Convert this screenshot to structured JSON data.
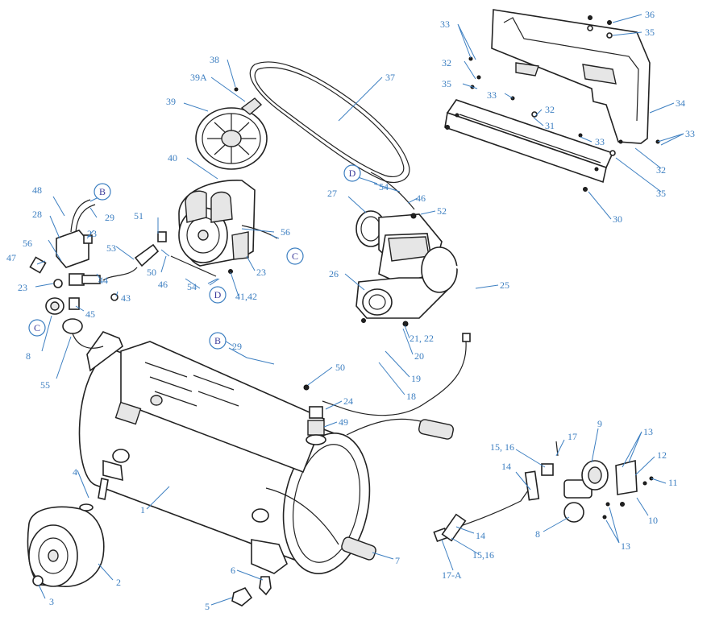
{
  "diagram": {
    "callouts": [
      {
        "id": "c1",
        "text": "1"
      },
      {
        "id": "c2",
        "text": "2"
      },
      {
        "id": "c3",
        "text": "3"
      },
      {
        "id": "c4",
        "text": "4"
      },
      {
        "id": "c5",
        "text": "5"
      },
      {
        "id": "c6",
        "text": "6"
      },
      {
        "id": "c7",
        "text": "7"
      },
      {
        "id": "c8a",
        "text": "8"
      },
      {
        "id": "c8b",
        "text": "8"
      },
      {
        "id": "c9",
        "text": "9"
      },
      {
        "id": "c10",
        "text": "10"
      },
      {
        "id": "c11",
        "text": "11"
      },
      {
        "id": "c12",
        "text": "12"
      },
      {
        "id": "c13a",
        "text": "13"
      },
      {
        "id": "c13b",
        "text": "13"
      },
      {
        "id": "c14a",
        "text": "14"
      },
      {
        "id": "c14b",
        "text": "14"
      },
      {
        "id": "c1516a",
        "text": "15, 16"
      },
      {
        "id": "c1516b",
        "text": "15,16"
      },
      {
        "id": "c17",
        "text": "17"
      },
      {
        "id": "c17a",
        "text": "17-A"
      },
      {
        "id": "c18",
        "text": "18"
      },
      {
        "id": "c19",
        "text": "19"
      },
      {
        "id": "c20",
        "text": "20"
      },
      {
        "id": "c2122",
        "text": "21, 22"
      },
      {
        "id": "c23a",
        "text": "23"
      },
      {
        "id": "c23b",
        "text": "23"
      },
      {
        "id": "c23c",
        "text": "23"
      },
      {
        "id": "c24",
        "text": "24"
      },
      {
        "id": "c25",
        "text": "25"
      },
      {
        "id": "c26",
        "text": "26"
      },
      {
        "id": "c27",
        "text": "27"
      },
      {
        "id": "c28",
        "text": "28"
      },
      {
        "id": "c29a",
        "text": "29"
      },
      {
        "id": "c29b",
        "text": "29"
      },
      {
        "id": "c30",
        "text": "30"
      },
      {
        "id": "c31",
        "text": "31"
      },
      {
        "id": "c32a",
        "text": "32"
      },
      {
        "id": "c32b",
        "text": "32"
      },
      {
        "id": "c32c",
        "text": "32"
      },
      {
        "id": "c33a",
        "text": "33"
      },
      {
        "id": "c33b",
        "text": "33"
      },
      {
        "id": "c33c",
        "text": "33"
      },
      {
        "id": "c33d",
        "text": "33"
      },
      {
        "id": "c34",
        "text": "34"
      },
      {
        "id": "c35a",
        "text": "35"
      },
      {
        "id": "c35b",
        "text": "35"
      },
      {
        "id": "c35c",
        "text": "35"
      },
      {
        "id": "c36",
        "text": "36"
      },
      {
        "id": "c37",
        "text": "37"
      },
      {
        "id": "c38",
        "text": "38"
      },
      {
        "id": "c39a",
        "text": "39A"
      },
      {
        "id": "c39",
        "text": "39"
      },
      {
        "id": "c40",
        "text": "40"
      },
      {
        "id": "c4142",
        "text": "41,42"
      },
      {
        "id": "c43",
        "text": "43"
      },
      {
        "id": "c44",
        "text": "44"
      },
      {
        "id": "c45",
        "text": "45"
      },
      {
        "id": "c46a",
        "text": "46"
      },
      {
        "id": "c46b",
        "text": "46"
      },
      {
        "id": "c47",
        "text": "47"
      },
      {
        "id": "c48",
        "text": "48"
      },
      {
        "id": "c49",
        "text": "49"
      },
      {
        "id": "c50a",
        "text": "50"
      },
      {
        "id": "c50b",
        "text": "50"
      },
      {
        "id": "c51",
        "text": "51"
      },
      {
        "id": "c52",
        "text": "52"
      },
      {
        "id": "c53",
        "text": "53"
      },
      {
        "id": "c54a",
        "text": "54"
      },
      {
        "id": "c54b",
        "text": "54"
      },
      {
        "id": "c55",
        "text": "55"
      },
      {
        "id": "c56a",
        "text": "56"
      },
      {
        "id": "c56b",
        "text": "56"
      }
    ],
    "connectors": [
      {
        "id": "Bt",
        "text": "B"
      },
      {
        "id": "Bb",
        "text": "B"
      },
      {
        "id": "Ct",
        "text": "C"
      },
      {
        "id": "Cb",
        "text": "C"
      },
      {
        "id": "Dt",
        "text": "D"
      },
      {
        "id": "Db",
        "text": "D"
      }
    ]
  }
}
